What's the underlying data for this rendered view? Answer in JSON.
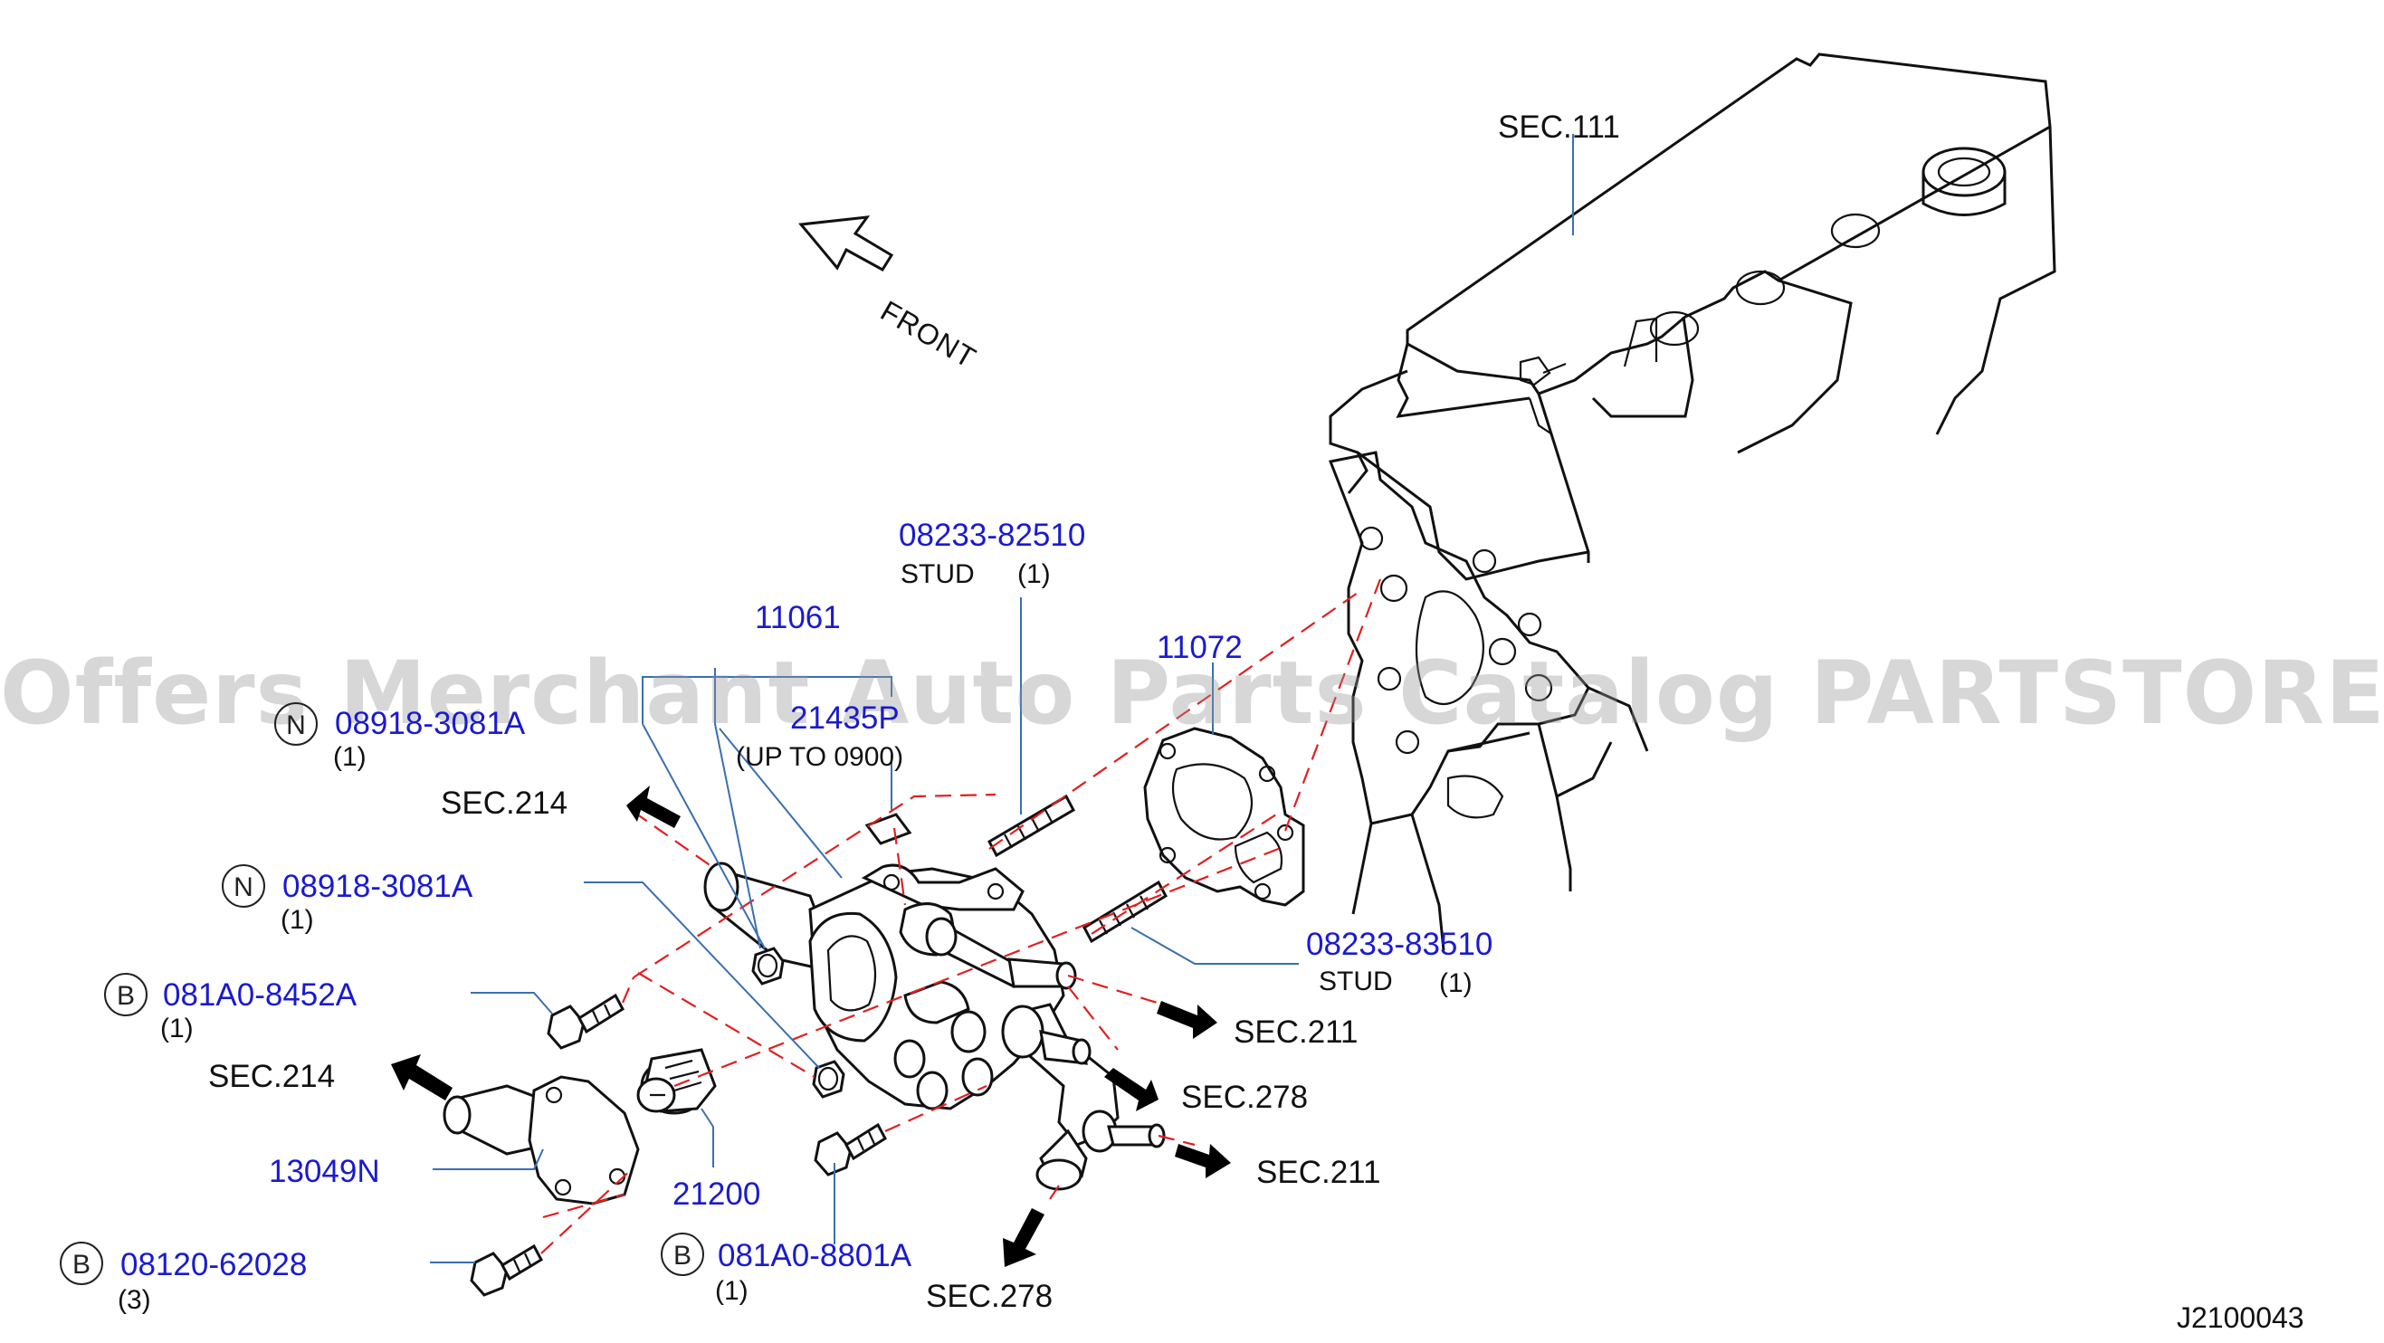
{
  "watermark": "Offers Merchant Auto Parts Catalog PARTSTORE.SA",
  "diagram_code": "J2100043",
  "front_label": "FRONT",
  "sections": {
    "sec111": "SEC.111",
    "sec214_top": "SEC.214",
    "sec214_bottom": "SEC.214",
    "sec211_top": "SEC.211",
    "sec211_bottom": "SEC.211",
    "sec278_mid": "SEC.278",
    "sec278_bottom": "SEC.278"
  },
  "parts": {
    "p08233_82510": {
      "number": "08233-82510",
      "desc": "STUD",
      "qty": "(1)"
    },
    "p11061": {
      "number": "11061"
    },
    "p21435p": {
      "number": "21435P",
      "note": "(UP  TO  0900)"
    },
    "p11072": {
      "number": "11072"
    },
    "p08918_top": {
      "badge": "N",
      "number": "08918-3081A",
      "qty": "(1)"
    },
    "p08918_mid": {
      "badge": "N",
      "number": "08918-3081A",
      "qty": "(1)"
    },
    "p081A0_8452A": {
      "badge": "B",
      "number": "081A0-8452A",
      "qty": "(1)"
    },
    "p08233_83510": {
      "number": "08233-83510",
      "desc": "STUD",
      "qty": "(1)"
    },
    "p13049N": {
      "number": "13049N"
    },
    "p21200": {
      "number": "21200"
    },
    "p08120_62028": {
      "badge": "B",
      "number": "08120-62028",
      "qty": "(3)"
    },
    "p081A0_8801A": {
      "badge": "B",
      "number": "081A0-8801A",
      "qty": "(1)"
    }
  }
}
